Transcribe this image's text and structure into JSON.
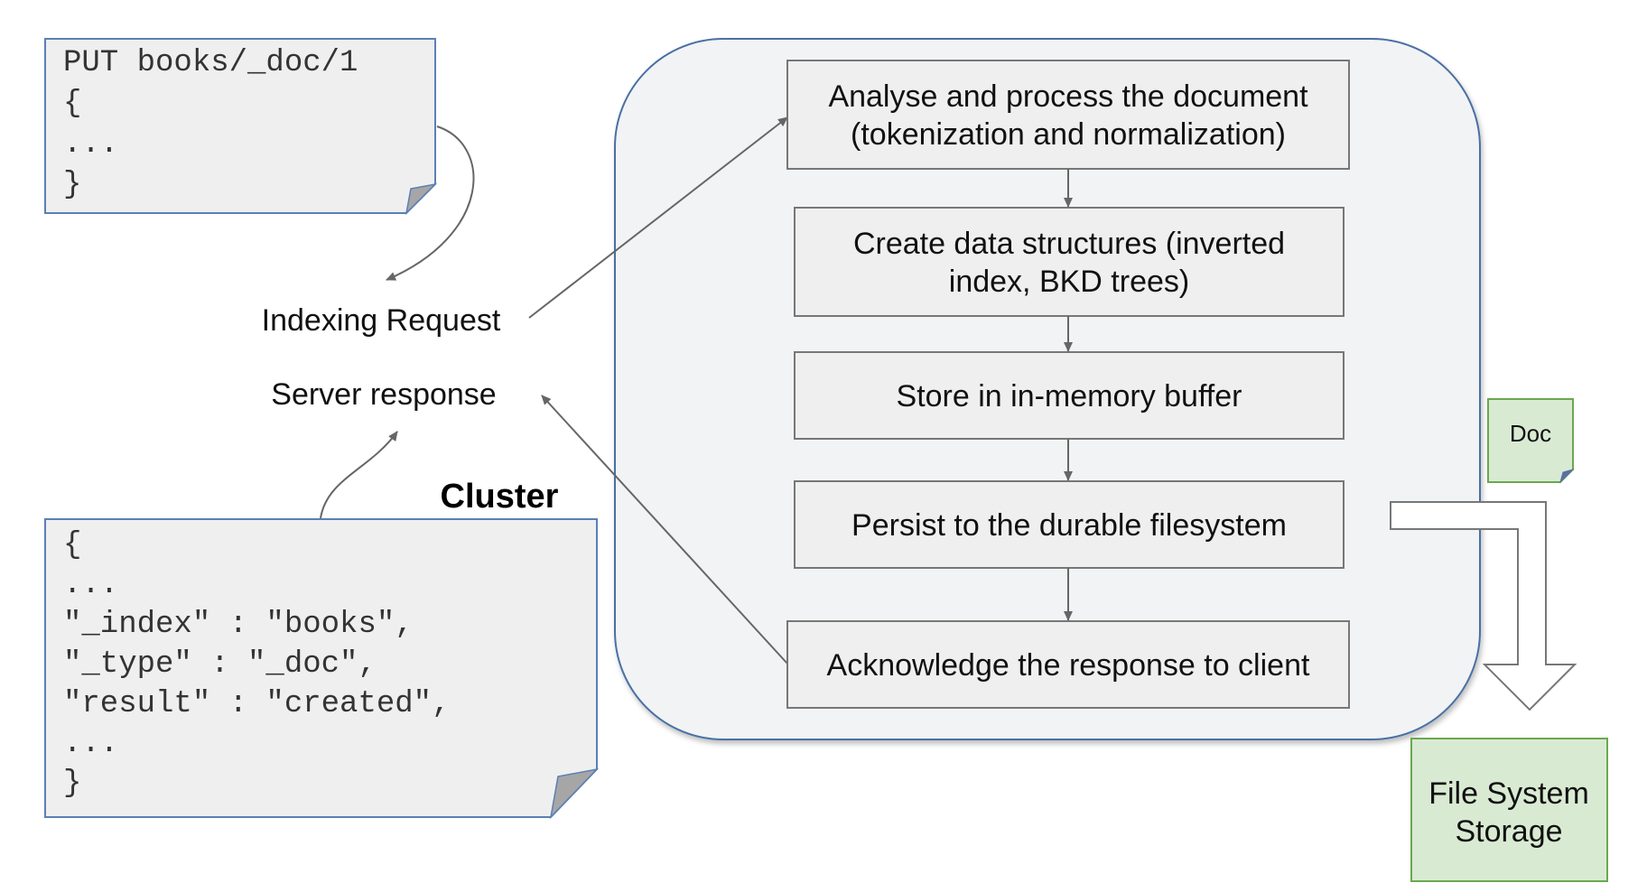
{
  "request_card": {
    "lines": [
      "PUT books/_doc/1",
      "{",
      "  ...",
      "}"
    ]
  },
  "response_card": {
    "lines": [
      "{",
      "  ...",
      "  \"_index\" : \"books\",",
      "  \"_type\" : \"_doc\",",
      "  \"result\" : \"created\",",
      "  ...",
      "}"
    ]
  },
  "labels": {
    "indexing_request": "Indexing Request",
    "server_response": "Server response",
    "cluster": "Cluster"
  },
  "steps": [
    {
      "lines": [
        "Analyse and process the document",
        "(tokenization and normalization)"
      ]
    },
    {
      "lines": [
        "Create data structures (inverted",
        "index, BKD trees)"
      ]
    },
    {
      "lines": [
        "Store in in-memory buffer"
      ]
    },
    {
      "lines": [
        "Persist to the durable filesystem"
      ]
    },
    {
      "lines": [
        "Acknowledge the response to client"
      ]
    }
  ],
  "doc_note": {
    "label": "Doc"
  },
  "storage": {
    "lines": [
      "File System",
      "Storage"
    ]
  },
  "colors": {
    "card_fill": "#efefef",
    "card_stroke": "#5b7fb5",
    "fold_fill": "#a6a6a6",
    "cluster_fill": "#f1f3f5",
    "cluster_stroke": "#4a6fa5",
    "step_fill": "#efefef",
    "step_stroke": "#777777",
    "arrow": "#666666",
    "green_fill": "#d9ead3",
    "green_stroke": "#6aa84f"
  }
}
